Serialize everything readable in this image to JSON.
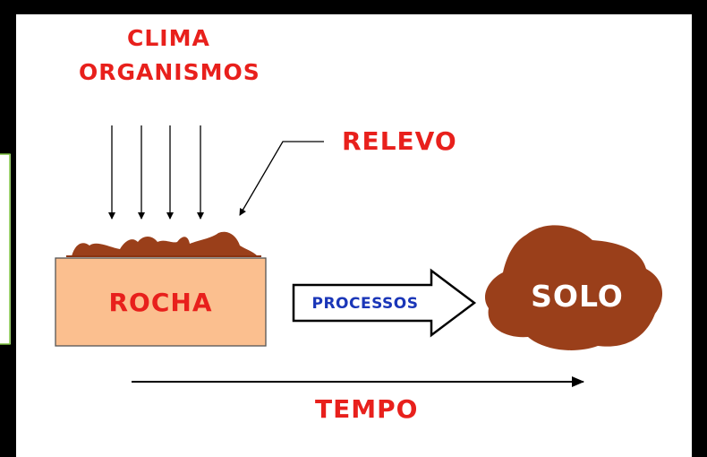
{
  "labels": {
    "clima": "CLIMA",
    "organismos": "ORGANISMOS",
    "relevo": "RELEVO",
    "rocha": "ROCHA",
    "processos": "PROCESSOS",
    "solo": "SOLO",
    "tempo": "TEMPO"
  },
  "colors": {
    "label_red": "#e8201c",
    "rock_fill": "#fbbf8f",
    "soil_brown": "#9a3f1a",
    "process_blue": "#1a36b8",
    "frame_black": "#000000"
  },
  "icons": [
    "downward-arrows-icon",
    "relevo-pointer-icon",
    "process-arrow-icon",
    "time-arrow-icon"
  ]
}
